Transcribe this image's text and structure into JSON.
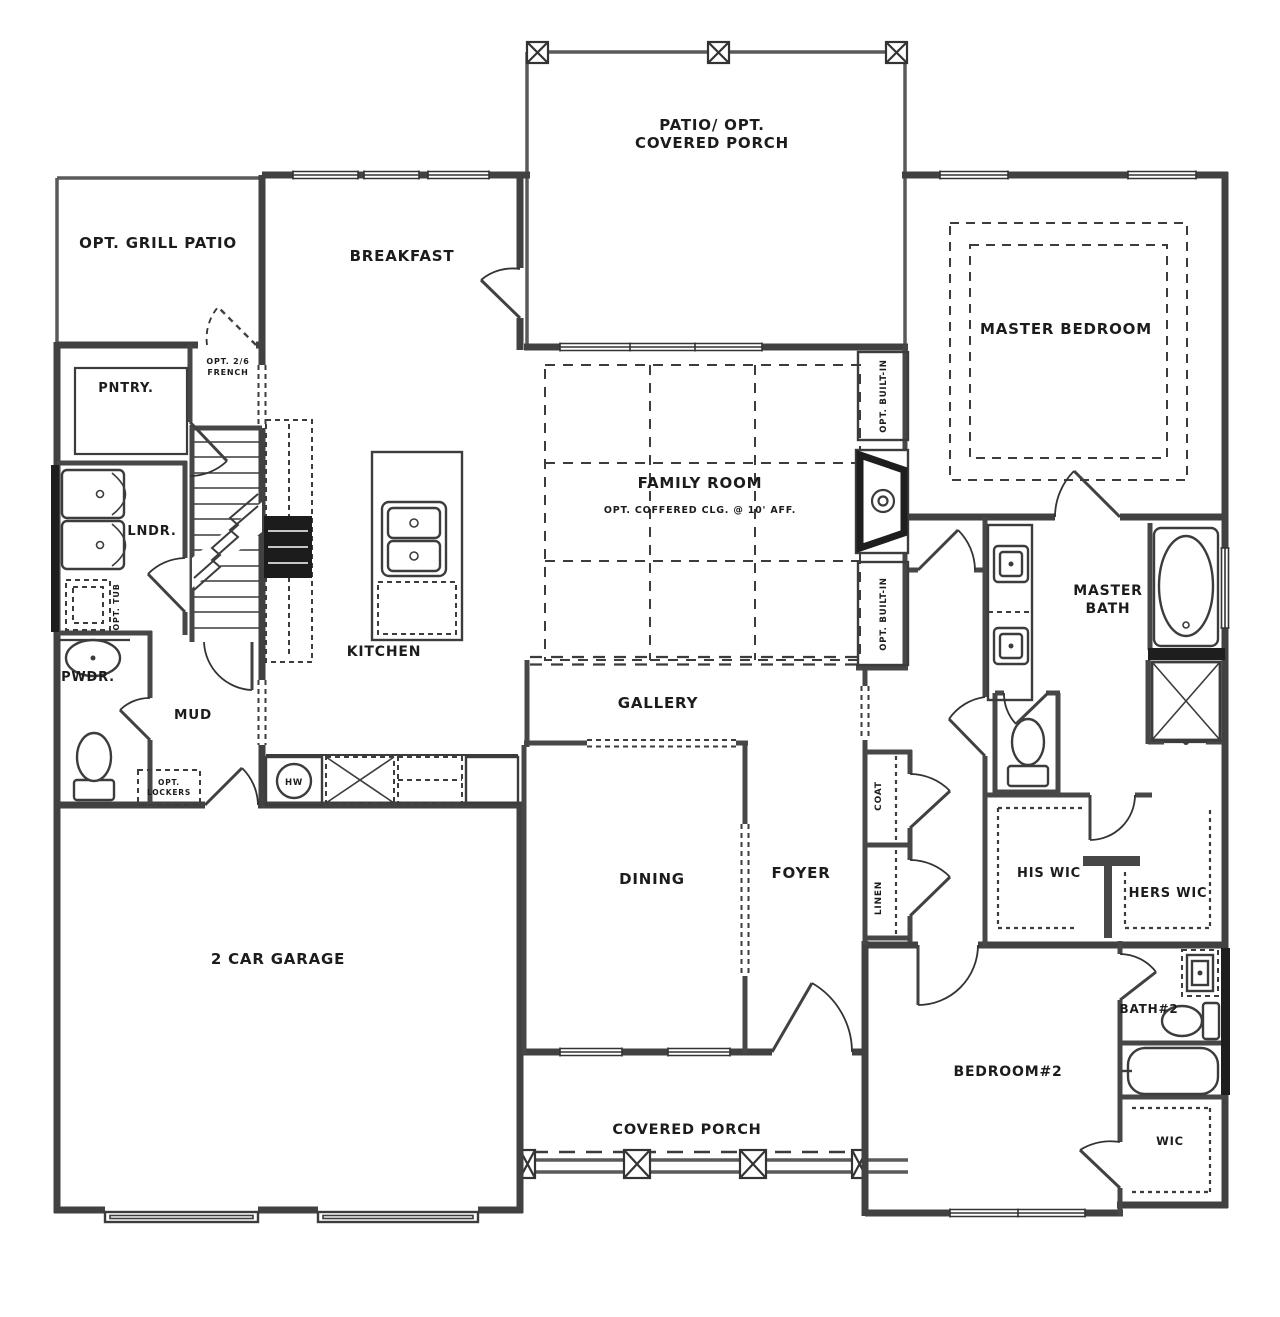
{
  "plan": {
    "colors": {
      "wall": "#414141",
      "line": "#3c3c3c",
      "dark_fill": "#1e1e1e",
      "background": "#ffffff",
      "text": "#1c1c1c"
    },
    "rooms": {
      "patio_line1": "PATIO/ OPT.",
      "patio_line2": "COVERED PORCH",
      "grill_patio": "OPT. GRILL PATIO",
      "breakfast": "BREAKFAST",
      "master_bedroom": "MASTER BEDROOM",
      "pantry": "PNTRY.",
      "laundry": "LNDR.",
      "powder": "PWDR.",
      "mud": "MUD",
      "kitchen": "KITCHEN",
      "family_room": "FAMILY ROOM",
      "family_room_note": "OPT. COFFERED CLG. @ 10' AFF.",
      "gallery": "GALLERY",
      "dining": "DINING",
      "foyer": "FOYER",
      "coat": "COAT",
      "linen": "LINEN",
      "master_bath_line1": "MASTER",
      "master_bath_line2": "BATH",
      "his_wic": "HIS WIC",
      "hers_wic": "HERS WIC",
      "garage": "2 CAR GARAGE",
      "bedroom2": "BEDROOM#2",
      "bath2": "BATH#2",
      "wic": "WIC",
      "covered_porch": "COVERED PORCH"
    },
    "annotations": {
      "opt_french_line1": "OPT. 2/6",
      "opt_french_line2": "FRENCH",
      "opt_tub": "OPT. TUB",
      "opt_lockers_line1": "OPT.",
      "opt_lockers_line2": "LOCKERS",
      "hw": "HW",
      "opt_builtin_top": "OPT. BUILT-IN",
      "opt_builtin_bottom": "OPT. BUILT-IN"
    }
  }
}
